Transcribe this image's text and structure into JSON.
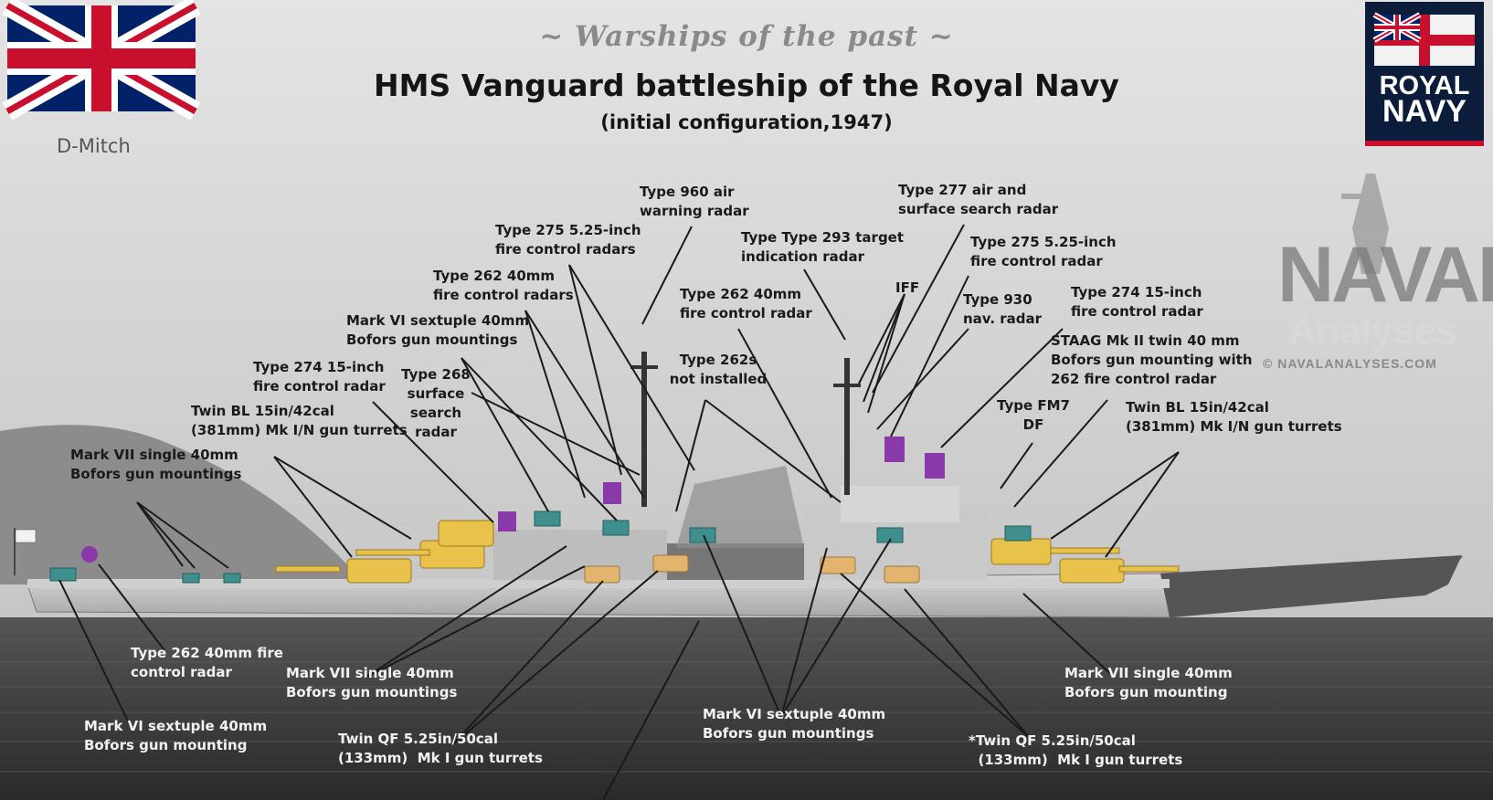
{
  "header": {
    "script_title": "~ Warships of the past ~",
    "title": "HMS Vanguard battleship of the Royal Navy",
    "subtitle": "(initial configuration,1947)",
    "author": "D-Mitch"
  },
  "logos": {
    "royal_navy_line1": "ROYAL",
    "royal_navy_line2": "NAVY",
    "watermark_main": "NAVAL",
    "watermark_sub": "Analyses",
    "watermark_site": "© NAVALANALYSES.COM"
  },
  "labels": {
    "type960": "Type 960 air\nwarning radar",
    "type277": "Type 277 air and\nsurface search radar",
    "type275_left": "Type 275 5.25-inch\nfire control radars",
    "type293": "Type Type 293 target\nindication radar",
    "type275_right": "Type 275 5.25-inch\nfire control radar",
    "type262_mast": "Type 262 40mm\nfire control radars",
    "iff": "IFF",
    "type262_bridge": "Type 262 40mm\nfire control radar",
    "type930": "Type 930\nnav. radar",
    "type274_aft": "Type 274 15-inch\nfire control radar",
    "sextuple_upper": "Mark VI sextuple 40mm\nBofors gun mountings",
    "staag": "STAAG Mk II twin 40 mm\nBofors gun mounting with\n262 fire control radar",
    "type274_fwd": "Type 274 15-inch\nfire control radar",
    "type268": "Type 268\nsurface\nsearch\nradar",
    "type262s": "Type 262s\nnot installed",
    "fm7": "Type FM7\nDF",
    "twin15_left": "Twin BL 15in/42cal\n(381mm) Mk I/N gun turrets",
    "twin15_right": "Twin BL 15in/42cal\n(381mm) Mk I/N gun turrets",
    "single40_upper": "Mark VII single 40mm\nBofors gun mountings",
    "type262_stern": "Type 262 40mm fire\ncontrol radar",
    "single40_lower": "Mark VII single 40mm\nBofors gun mountings",
    "single40_right": "Mark VII single 40mm\nBofors gun mounting",
    "sextuple_stern": "Mark VI sextuple 40mm\nBofors gun mounting",
    "twinqf_left": "Twin QF 5.25in/50cal\n(133mm)  Mk I gun turrets",
    "sextuple_center": "Mark VI sextuple 40mm\nBofors gun mountings",
    "twinqf_right": "*Twin QF 5.25in/50cal\n  (133mm)  Mk I gun turrets"
  },
  "colors": {
    "turrets_15in": "#e8c24a",
    "secondary_turrets": "#e2b46e",
    "sextuple_mounts": "#3f8f8f",
    "radars": "#8a3aa8",
    "ensign_blue": "#012169",
    "ensign_red": "#c8102e"
  }
}
